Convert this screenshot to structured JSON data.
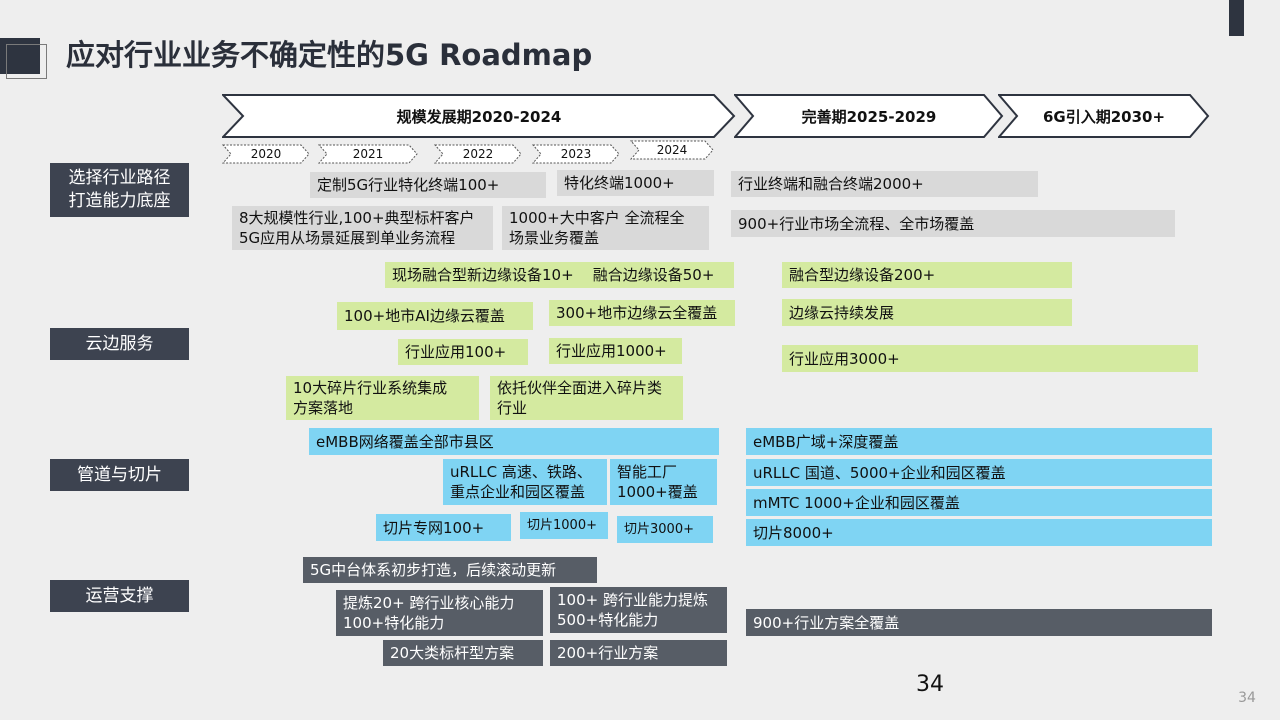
{
  "title": "应对行业业务不确定性的5G Roadmap",
  "phases": [
    "规模发展期2020-2024",
    "完善期2025-2029",
    "6G引入期2030+"
  ],
  "years": [
    "2020",
    "2021",
    "2022",
    "2023",
    "2024"
  ],
  "categories": [
    "选择行业路径\n打造能力底座",
    "云边服务",
    "管道与切片",
    "运营支撑"
  ],
  "boxes": {
    "b1": "定制5G行业特化终端100+",
    "b2": "特化终端1000+",
    "b3": "行业终端和融合终端2000+",
    "b4": "8大规模性行业,100+典型标杆客户\n5G应用从场景延展到单业务流程",
    "b5": "1000+大中客户 全流程全\n场景业务覆盖",
    "b6": "900+行业市场全流程、全市场覆盖",
    "b7": "现场融合型新边缘设备10+    融合边缘设备50+",
    "b8": "融合型边缘设备200+",
    "b9": "100+地市AI边缘云覆盖",
    "b10": "300+地市边缘云全覆盖",
    "b11": "边缘云持续发展",
    "b12": "行业应用100+",
    "b13": "行业应用1000+",
    "b14": "行业应用3000+",
    "b15": "10大碎片行业系统集成\n方案落地",
    "b16": "依托伙伴全面进入碎片类\n行业",
    "b17": "eMBB网络覆盖全部市县区",
    "b18": "eMBB广域+深度覆盖",
    "b19": "uRLLC 高速、铁路、\n重点企业和园区覆盖",
    "b20": "智能工厂\n1000+覆盖",
    "b21": "uRLLC 国道、5000+企业和园区覆盖",
    "b22": "mMTC 1000+企业和园区覆盖",
    "b23": "切片专网100+",
    "b24": "切片1000+",
    "b25": "切片3000+",
    "b26": "切片8000+",
    "b27": "5G中台体系初步打造，后续滚动更新",
    "b28": "提炼20+ 跨行业核心能力\n100+特化能力",
    "b29": "100+ 跨行业能力提炼\n500+特化能力",
    "b30": "900+行业方案全覆盖",
    "b31": "20大类标杆型方案",
    "b32": "200+行业方案"
  },
  "page_number": "34",
  "page_number_corner": "34",
  "colors": {
    "dark": "#3d4350",
    "gray": "#d9d9d9",
    "green": "#d4eaa0",
    "blue": "#7fd4f3",
    "darkbox": "#575d66"
  }
}
